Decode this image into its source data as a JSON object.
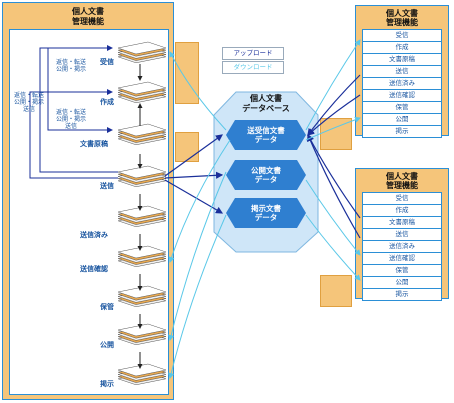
{
  "left_panel": {
    "title_line1": "個人文書",
    "title_line2": "管理機能",
    "stages": [
      "受信",
      "作成",
      "文書原稿",
      "送信",
      "送信済み",
      "送信確認",
      "保管",
      "公開",
      "掲示"
    ],
    "notes": {
      "note1": [
        "返信・転送",
        "公開・掲示"
      ],
      "note2": [
        "返信・転送",
        "公開・掲示",
        "送信"
      ],
      "note3": [
        "返信・転送",
        "公開・掲示",
        "送信"
      ]
    }
  },
  "legend": {
    "upload": "アップロード",
    "download": "ダウンロード"
  },
  "database": {
    "title_line1": "個人文書",
    "title_line2": "データベース",
    "hexes": [
      [
        "送受信文書",
        "データ"
      ],
      [
        "公開文書",
        "データ"
      ],
      [
        "掲示文書",
        "データ"
      ]
    ]
  },
  "right_panels": [
    {
      "title_line1": "個人文書",
      "title_line2": "管理機能",
      "items": [
        "受信",
        "作成",
        "文書原稿",
        "送信",
        "送信済み",
        "送信確認",
        "保管",
        "公開",
        "掲示"
      ]
    },
    {
      "title_line1": "個人文書",
      "title_line2": "管理機能",
      "items": [
        "受信",
        "作成",
        "文書原稿",
        "送信",
        "送信済み",
        "送信確認",
        "保管",
        "公開",
        "掲示"
      ]
    }
  ],
  "colors": {
    "panel": "#f5c57a",
    "panel_border": "#2b8fd6",
    "hex_fill": "#2f7fd0",
    "db_fill": "#cfe6f8",
    "upload_arrow": "#1a2f9a",
    "download_arrow": "#5ac8e8"
  }
}
